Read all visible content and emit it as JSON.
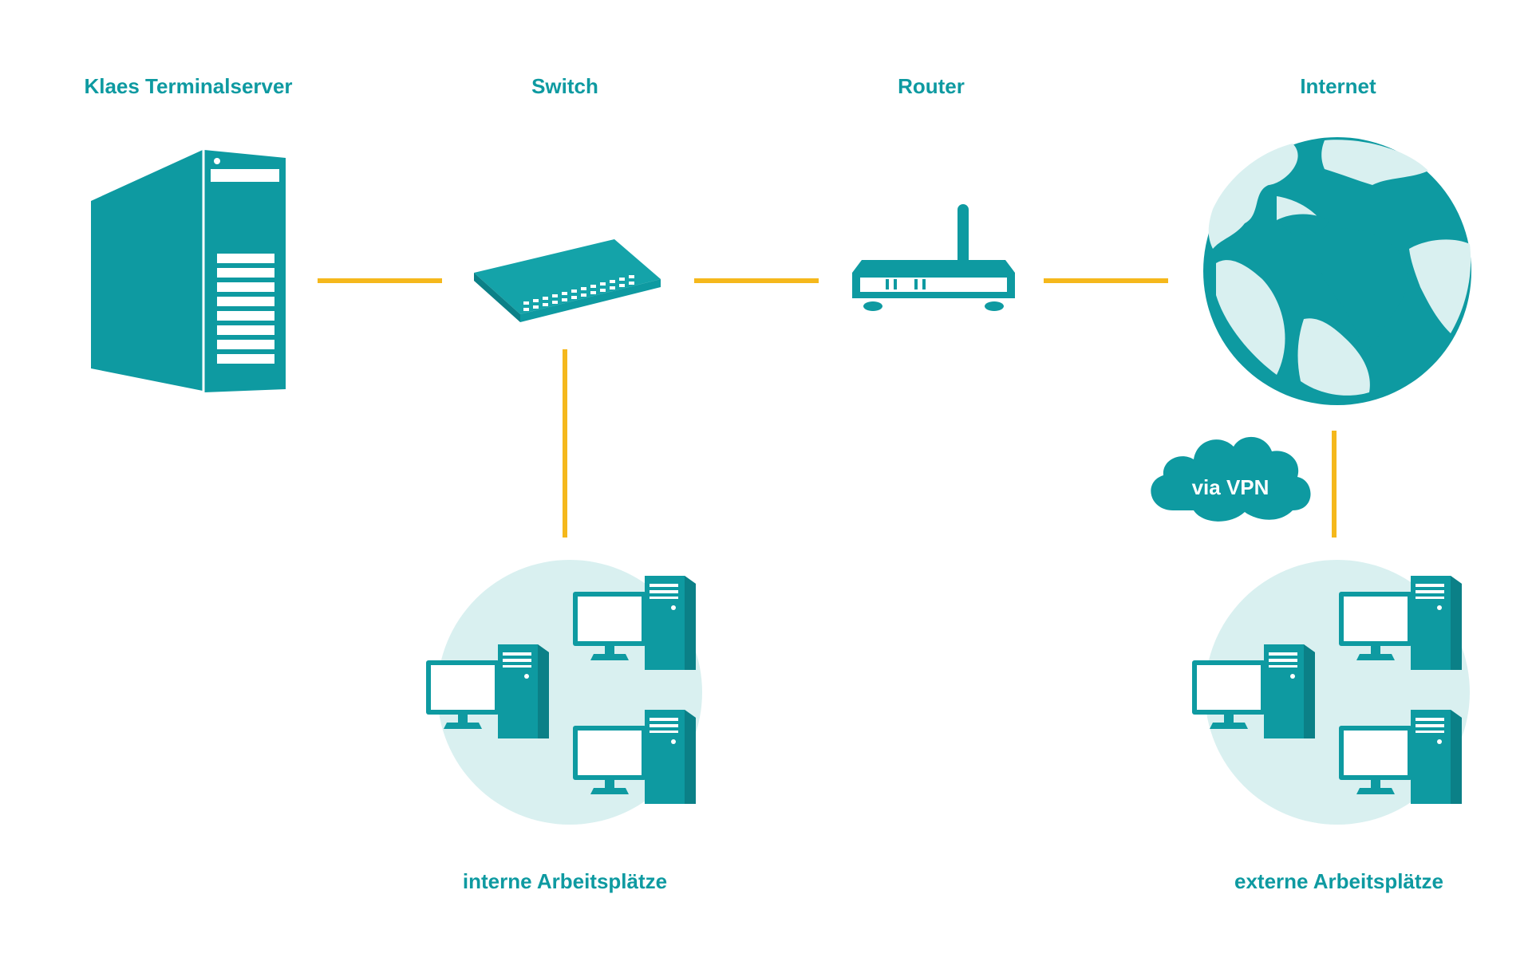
{
  "colors": {
    "teal": "#0e9aa1",
    "light_teal": "#d9f0f0",
    "connector": "#f5b81c",
    "white": "#ffffff"
  },
  "nodes": {
    "terminal_server": {
      "label": "Klaes Terminalserver",
      "icon": "server-tower-icon"
    },
    "switch": {
      "label": "Switch",
      "icon": "network-switch-icon"
    },
    "router": {
      "label": "Router",
      "icon": "router-icon"
    },
    "internet": {
      "label": "Internet",
      "icon": "globe-icon"
    },
    "internal_workstations": {
      "label": "interne Arbeitsplätze",
      "icon": "workstation-group-icon"
    },
    "external_workstations": {
      "label": "externe Arbeitsplätze",
      "icon": "workstation-group-icon"
    },
    "vpn": {
      "label": "via VPN",
      "icon": "cloud-icon"
    }
  },
  "connections": [
    {
      "from": "terminal_server",
      "to": "switch"
    },
    {
      "from": "switch",
      "to": "router"
    },
    {
      "from": "router",
      "to": "internet"
    },
    {
      "from": "switch",
      "to": "internal_workstations"
    },
    {
      "from": "internet",
      "to": "external_workstations"
    }
  ]
}
